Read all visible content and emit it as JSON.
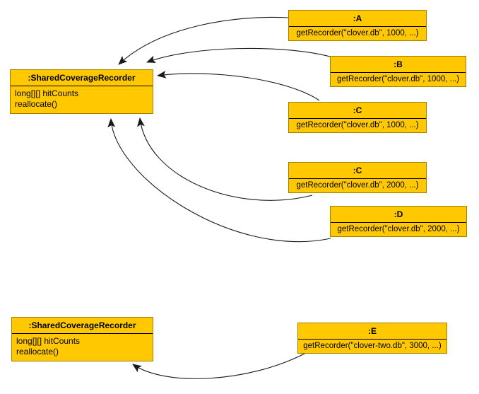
{
  "diagram": {
    "recorders": [
      {
        "title": ":SharedCoverageRecorder",
        "attributes": [
          "long[][] hitCounts",
          "reallocate()"
        ]
      },
      {
        "title": ":SharedCoverageRecorder",
        "attributes": [
          "long[][] hitCounts",
          "reallocate()"
        ]
      }
    ],
    "objects": [
      {
        "title": ":A",
        "method": "getRecorder(\"clover.db\", 1000, ...)"
      },
      {
        "title": ":B",
        "method": "getRecorder(\"clover.db\", 1000, ...)"
      },
      {
        "title": ":C",
        "method": "getRecorder(\"clover.db\", 1000, ...)"
      },
      {
        "title": ":C",
        "method": "getRecorder(\"clover.db\", 2000, ...)"
      },
      {
        "title": ":D",
        "method": "getRecorder(\"clover.db\", 2000, ...)"
      },
      {
        "title": ":E",
        "method": "getRecorder(\"clover-two.db\", 3000, ...)"
      }
    ],
    "colors": {
      "box_fill": "#FFC800",
      "box_border": "#A08000",
      "divider": "#000000",
      "arrow": "#1A1A1A",
      "background": "#FFFFFF"
    }
  }
}
